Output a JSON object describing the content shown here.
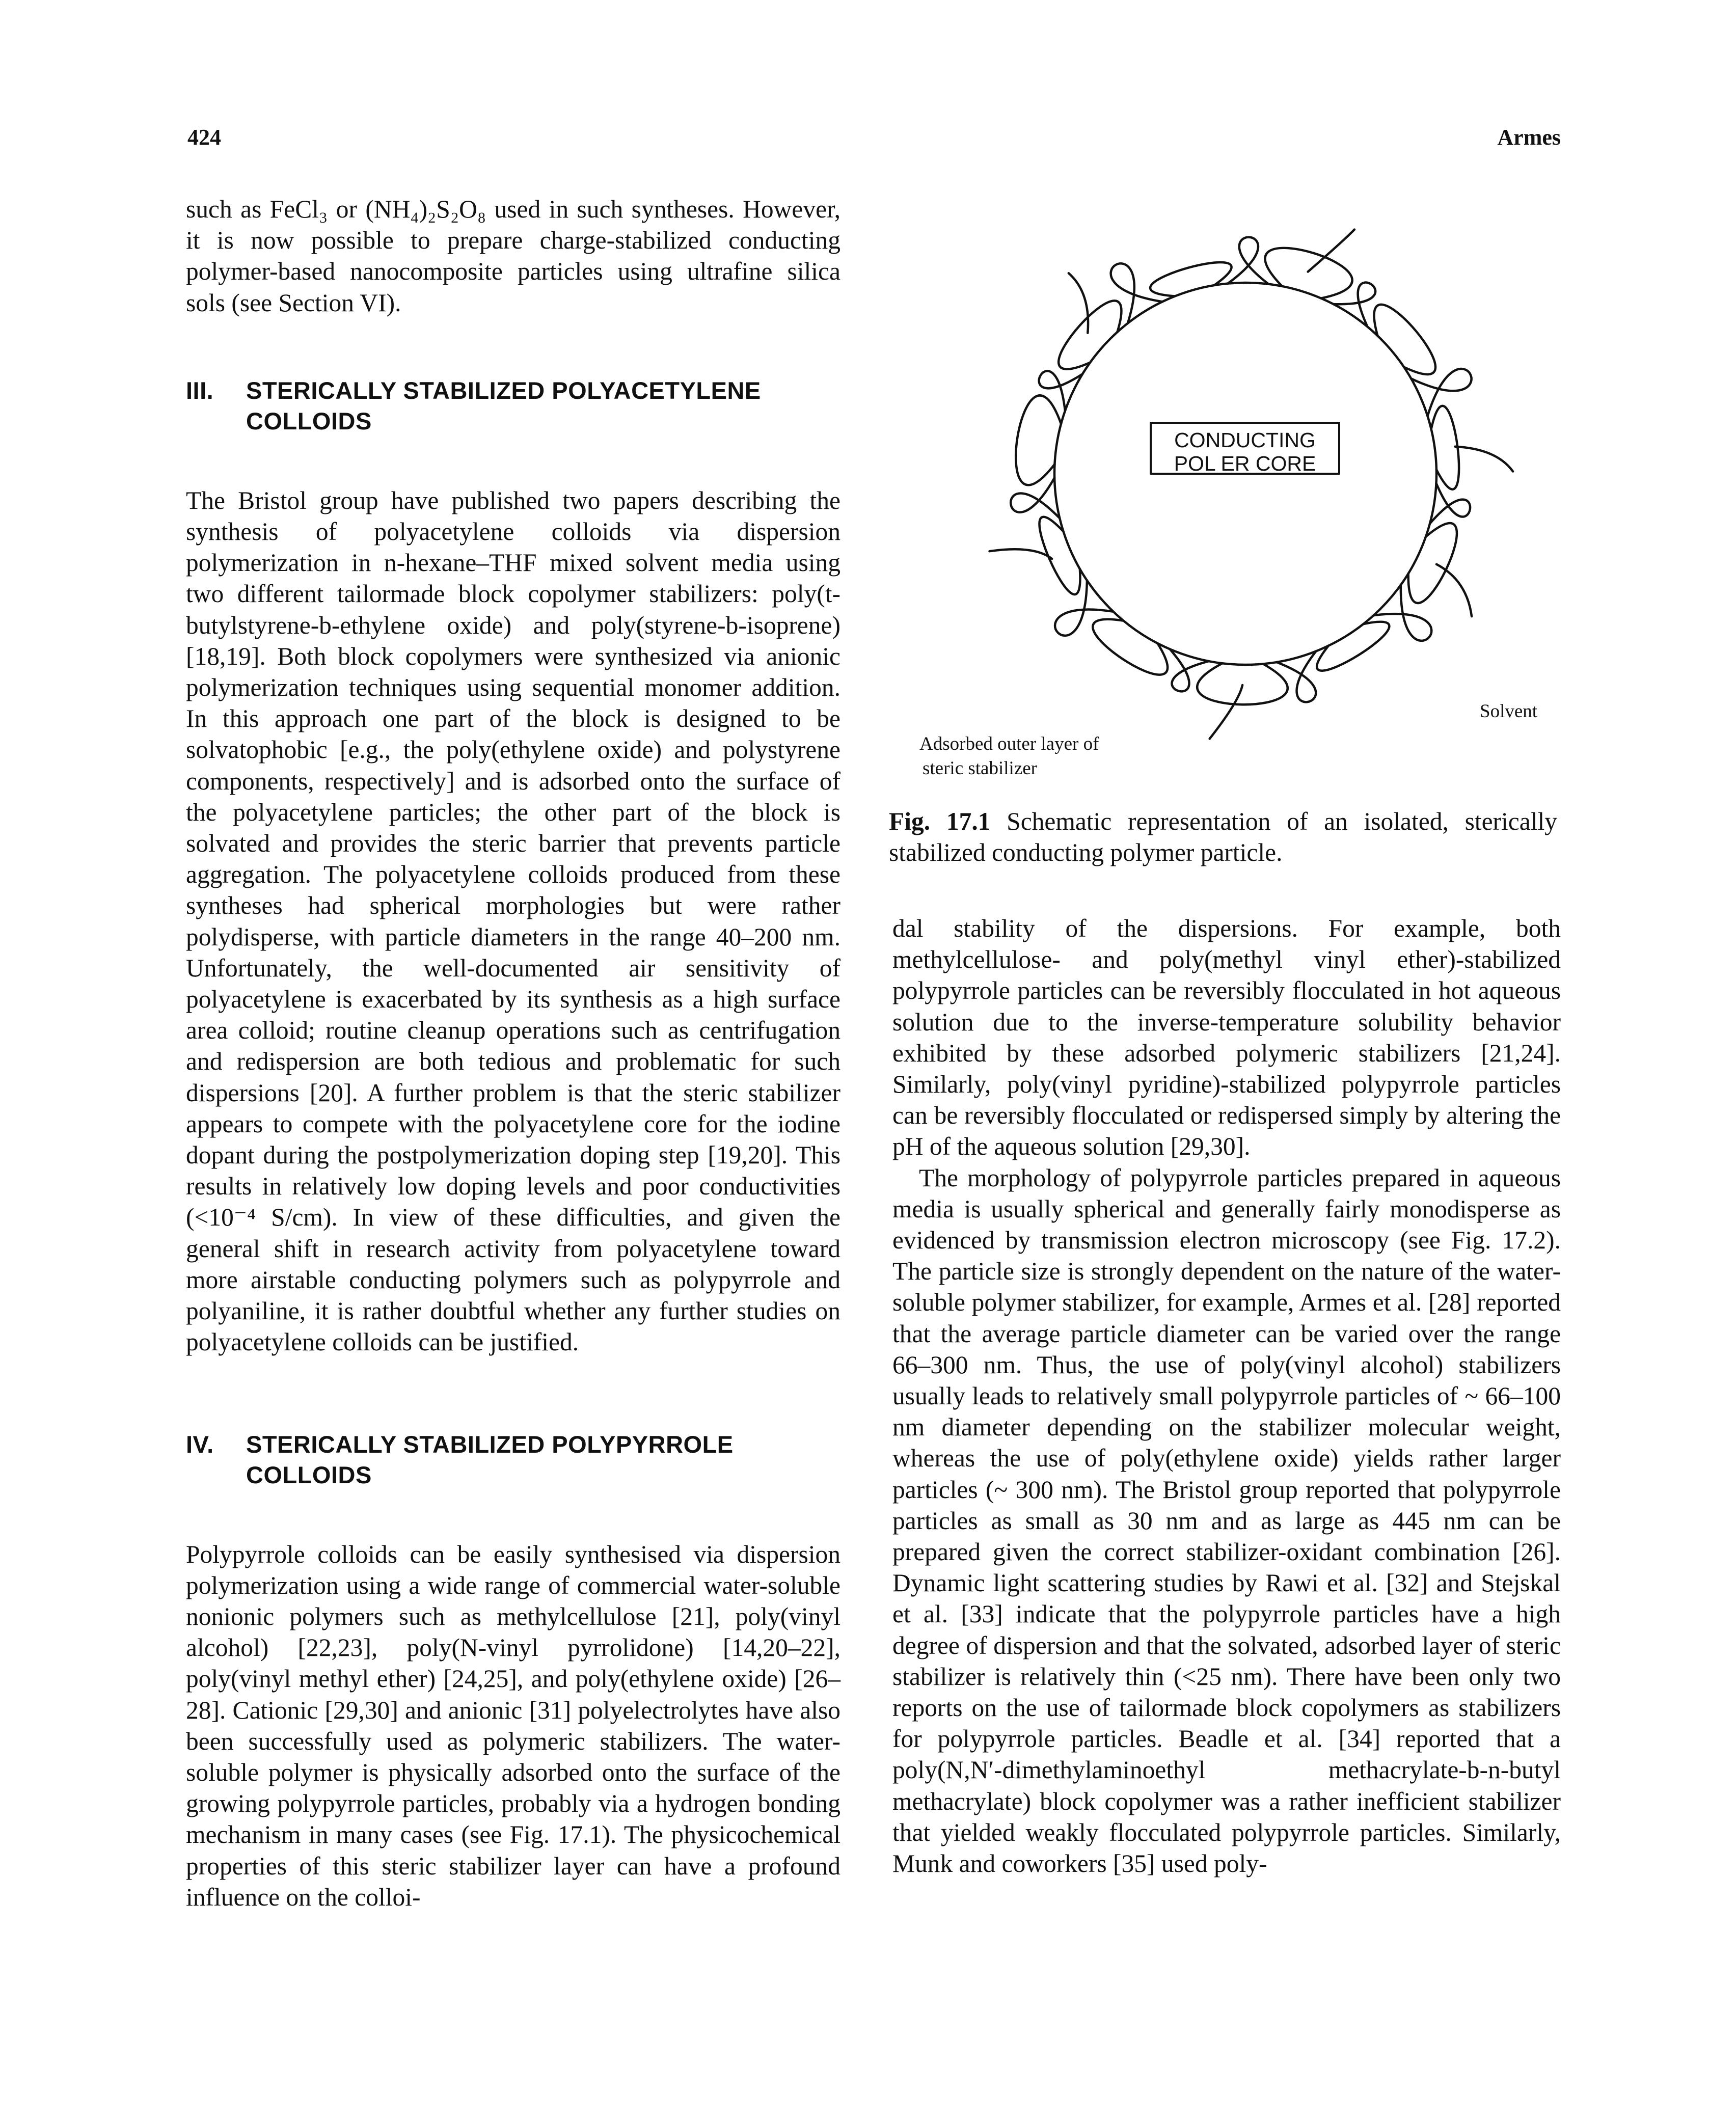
{
  "header": {
    "page_number": "424",
    "author": "Armes"
  },
  "left_column": {
    "intro_text": "such as FeCl₃ or (NH₄)₂S₂O₈ used in such syntheses. However, it is now possible to prepare charge-stabilized conducting polymer-based nanocomposite particles using ultrafine silica sols (see Section VI).",
    "section3_number": "III.",
    "section3_title": "STERICALLY STABILIZED POLYACETYLENE COLLOIDS",
    "section3_text": "The Bristol group have published two papers describing the synthesis of polyacetylene colloids via dispersion polymerization in n-hexane–THF mixed solvent media using two different tailormade block copolymer stabilizers: poly(t-butylstyrene-b-ethylene oxide) and poly(styrene-b-isoprene) [18,19]. Both block copolymers were synthesized via anionic polymerization techniques using sequential monomer addition. In this approach one part of the block is designed to be solvatophobic [e.g., the poly(ethylene oxide) and polystyrene components, respectively] and is adsorbed onto the surface of the polyacetylene particles; the other part of the block is solvated and provides the steric barrier that prevents particle aggregation. The polyacetylene colloids produced from these syntheses had spherical morphologies but were rather polydisperse, with particle diameters in the range 40–200 nm. Unfortunately, the well-documented air sensitivity of polyacetylene is exacerbated by its synthesis as a high surface area colloid; routine cleanup operations such as centrifugation and redispersion are both tedious and problematic for such dispersions [20]. A further problem is that the steric stabilizer appears to compete with the polyacetylene core for the iodine dopant during the postpolymerization doping step [19,20]. This results in relatively low doping levels and poor conductivities (<10⁻⁴ S/cm). In view of these difficulties, and given the general shift in research activity from polyacetylene toward more airstable conducting polymers such as polypyrrole and polyaniline, it is rather doubtful whether any further studies on polyacetylene colloids can be justified.",
    "section4_number": "IV.",
    "section4_title": "STERICALLY STABILIZED POLYPYRROLE COLLOIDS",
    "section4_text": "Polypyrrole colloids can be easily synthesised via dispersion polymerization using a wide range of commercial water-soluble nonionic polymers such as methylcellulose [21], poly(vinyl alcohol) [22,23], poly(N-vinyl pyrrolidone) [14,20–22], poly(vinyl methyl ether) [24,25], and poly(ethylene oxide) [26–28]. Cationic [29,30] and anionic [31] polyelectrolytes have also been successfully used as polymeric stabilizers. The water-soluble polymer is physically adsorbed onto the surface of the growing polypyrrole particles, probably via a hydrogen bonding mechanism in many cases (see Fig. 17.1). The physicochemical properties of this steric stabilizer layer can have a profound influence on the colloi-"
  },
  "figure": {
    "core_label_line1": "CONDUCTING",
    "core_label_line2": "POL   ER CORE",
    "solvent_label": "Solvent",
    "stabilizer_label_line1": "Adsorbed outer layer of",
    "stabilizer_label_line2": "steric stabilizer",
    "caption_number": "Fig. 17.1",
    "caption_text": "Schematic representation of an isolated, sterically stabilized conducting polymer particle."
  },
  "right_column": {
    "para1": "dal stability of the dispersions. For example, both methylcellulose- and poly(methyl vinyl ether)-stabilized polypyrrole particles can be reversibly flocculated in hot aqueous solution due to the inverse-temperature solubility behavior exhibited by these adsorbed polymeric stabilizers [21,24]. Similarly, poly(vinyl pyridine)-stabilized polypyrrole particles can be reversibly flocculated or redispersed simply by altering the pH of the aqueous solution [29,30].",
    "para2": "The morphology of polypyrrole particles prepared in aqueous media is usually spherical and generally fairly monodisperse as evidenced by transmission electron microscopy (see Fig. 17.2). The particle size is strongly dependent on the nature of the water-soluble polymer stabilizer, for example, Armes et al. [28] reported that the average particle diameter can be varied over the range 66–300 nm. Thus, the use of poly(vinyl alcohol) stabilizers usually leads to relatively small polypyrrole particles of ~ 66–100 nm diameter depending on the stabilizer molecular weight, whereas the use of poly(ethylene oxide) yields rather larger particles (~ 300 nm). The Bristol group reported that polypyrrole particles as small as 30 nm and as large as 445 nm can be prepared given the correct stabilizer-oxidant combination [26]. Dynamic light scattering studies by Rawi et al. [32] and Stejskal et al. [33] indicate that the polypyrrole particles have a high degree of dispersion and that the solvated, adsorbed layer of steric stabilizer is relatively thin (<25 nm). There have been only two reports on the use of tailormade block copolymers as stabilizers for polypyrrole particles. Beadle et al. [34] reported that a poly(N,N′-dimethylaminoethyl methacrylate-b-n-butyl methacrylate) block copolymer was a rather inefficient stabilizer that yielded weakly flocculated polypyrrole particles. Similarly, Munk and coworkers [35] used poly-"
  }
}
